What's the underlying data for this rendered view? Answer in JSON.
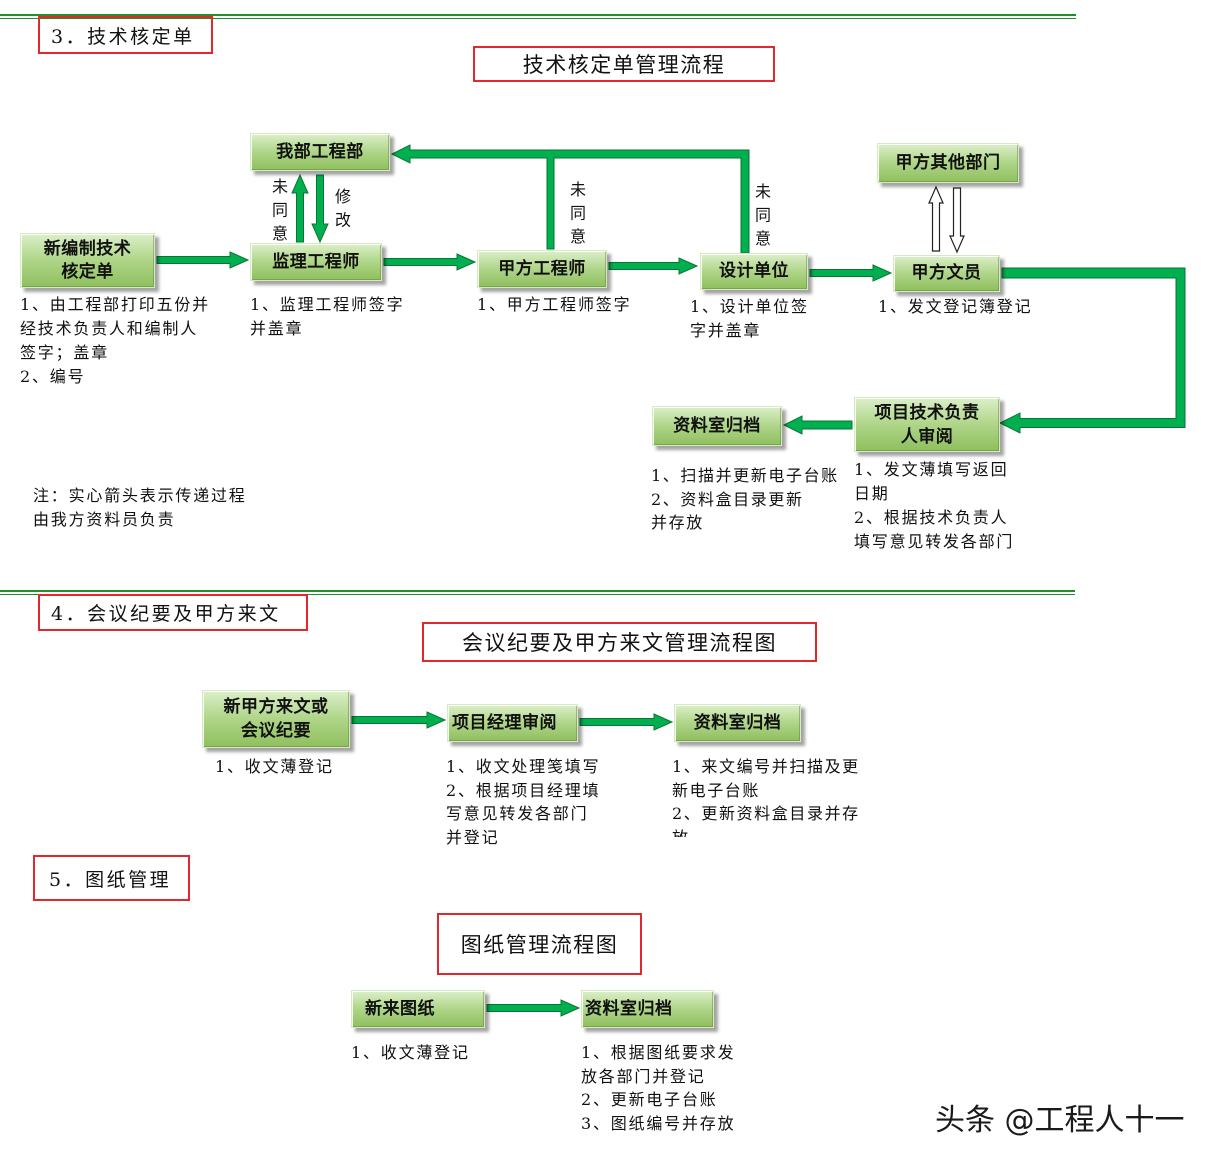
{
  "palette": {
    "rule": "#1f8f2a",
    "frame": "#e2272e",
    "arrow": "#00b050",
    "arrow_edge": "#0a7430",
    "box_light": "#dcefc9",
    "box_mid": "#b0d68a",
    "box_dark": "#8fbf5e",
    "hollow_edge": "#222222",
    "ink": "#111111"
  },
  "s3": {
    "heading": "3．技术核定单",
    "title": "技术核定单管理流程",
    "nodes": {
      "our_dept": "我部工程部",
      "new_form": [
        "新编制技术",
        "核定单"
      ],
      "supervisor": "监理工程师",
      "owner_engineer": "甲方工程师",
      "design_unit": "设计单位",
      "owner_clerk": "甲方文员",
      "owner_other": "甲方其他部门",
      "tech_lead": [
        "项目技术负责",
        "人审阅"
      ],
      "archive": "资料室归档"
    },
    "edge_labels": {
      "supervisor_rejected": "未同意",
      "revise": "修改",
      "owner_engineer_rejected": "未同意",
      "design_unit_rejected": "未同意"
    },
    "notes": {
      "new_form": [
        "1、由工程部打印五份并",
        "经技术负责人和编制人",
        "签字；盖章",
        "2、编号"
      ],
      "supervisor": [
        "1、监理工程师签字",
        "并盖章"
      ],
      "owner_engineer": [
        "1、甲方工程师签字"
      ],
      "design_unit": [
        "1、设计单位签",
        "字并盖章"
      ],
      "owner_clerk": [
        "1、发文登记簿登记"
      ],
      "archive": [
        "1、扫描并更新电子台账",
        "2、资料盒目录更新",
        "并存放"
      ],
      "tech_lead": [
        "1、发文薄填写返回",
        "日期",
        "2、根据技术负责人",
        "填写意见转发各部门"
      ]
    },
    "legend": [
      "注：实心箭头表示传递过程",
      "由我方资料员负责"
    ]
  },
  "s4": {
    "heading": "4．会议纪要及甲方来文",
    "title": "会议纪要及甲方来文管理流程图",
    "nodes": {
      "incoming": [
        "新甲方来文或",
        "会议纪要"
      ],
      "pm_review": "项目经理审阅",
      "archive": "资料室归档"
    },
    "notes": {
      "incoming": [
        "1、收文薄登记"
      ],
      "pm_review": [
        "1、收文处理笺填写",
        "2、根据项目经理填",
        "写意见转发各部门",
        "并登记"
      ],
      "archive": [
        "1、来文编号并扫描及更",
        "新电子台账",
        "2、更新资料盒目录并存",
        "放"
      ]
    }
  },
  "s5": {
    "heading": "5．图纸管理",
    "title": "图纸管理流程图",
    "nodes": {
      "new_drawings": "新来图纸",
      "archive": "资料室归档"
    },
    "notes": {
      "new_drawings": [
        "1、收文薄登记"
      ],
      "archive": [
        "1、根据图纸要求发",
        "放各部门并登记",
        "2、更新电子台账",
        "3、图纸编号并存放"
      ]
    }
  },
  "watermark": "头条 @工程人十一"
}
